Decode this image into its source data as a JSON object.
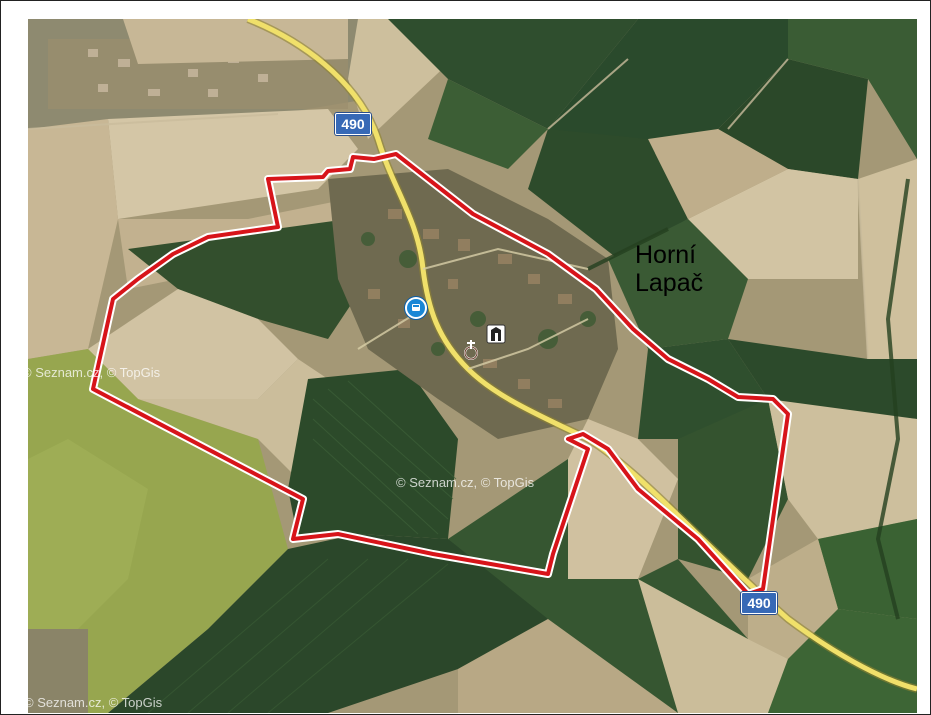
{
  "map": {
    "place_label_line1": "Horní",
    "place_label_line2": "Lapač",
    "road_number_1": "490",
    "road_number_2": "490",
    "watermark_1": "© Seznam.cz, © TopGis",
    "watermark_2": "© Seznam.cz, © TopGis",
    "watermark_3": "© Seznam.cz, © TopGis",
    "icons": [
      "bus-stop-icon",
      "church-icon",
      "cemetery-cross-icon"
    ],
    "colors": {
      "boundary": "#d7141a",
      "boundary_halo": "#ffffff",
      "road": "#f0e06a",
      "shield": "#3769b6",
      "bus_stop": "#1a87d6"
    }
  }
}
